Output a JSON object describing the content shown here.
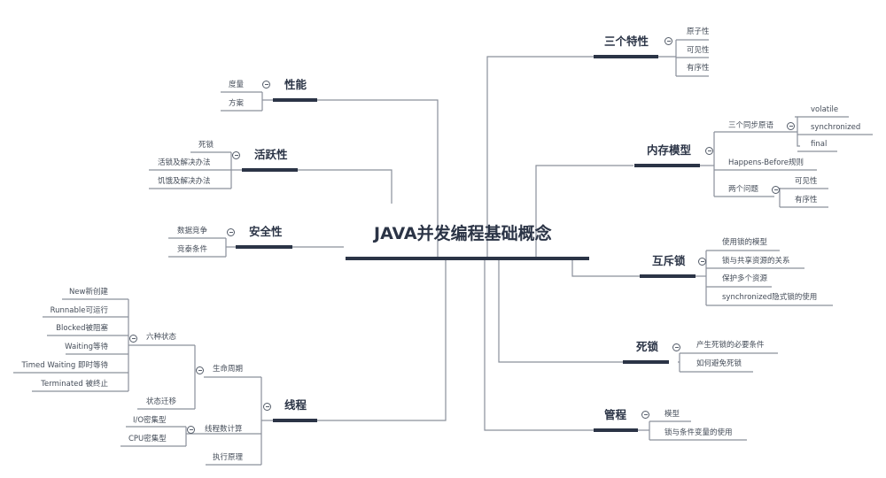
{
  "colors": {
    "root_bar": "#2b3446",
    "line": "#8a909b",
    "dark_line": "#3b4455",
    "text": "#333b48"
  },
  "root": {
    "title": "JAVA并发编程基础概念"
  },
  "branches": {
    "features": {
      "title": "三个特性",
      "items": [
        "原子性",
        "可见性",
        "有序性"
      ]
    },
    "memory_model": {
      "title": "内存模型",
      "sync_primitives": {
        "label": "三个同步原语",
        "items": [
          "volatile",
          "synchronized",
          "final"
        ]
      },
      "happens_before": "Happens-Before规则",
      "two_problems": {
        "label": "两个问题",
        "items": [
          "可见性",
          "有序性"
        ]
      }
    },
    "mutex": {
      "title": "互斥锁",
      "items": [
        "使用锁的模型",
        "锁与共享资源的关系",
        "保护多个资源",
        "synchronized隐式锁的使用"
      ]
    },
    "deadlock": {
      "title": "死锁",
      "items": [
        "产生死锁的必要条件",
        "如何避免死锁"
      ]
    },
    "monitor": {
      "title": "管程",
      "items": [
        "模型",
        "锁与条件变量的使用"
      ]
    },
    "performance": {
      "title": "性能",
      "items": [
        "度量",
        "方案"
      ]
    },
    "liveness": {
      "title": "活跃性",
      "items": [
        "死锁",
        "活锁及解决办法",
        "饥饿及解决办法"
      ]
    },
    "safety": {
      "title": "安全性",
      "items": [
        "数据竞争",
        "竞泰条件"
      ]
    },
    "thread": {
      "title": "线程",
      "lifecycle": {
        "label": "生命周期",
        "six_states": {
          "label": "六种状态",
          "items": [
            "New新创建",
            "Runnable可运行",
            "Blocked被阻塞",
            "Waiting等待",
            "Timed Waiting 即时等待",
            "Terminated 被终止"
          ]
        },
        "transition": "状态迁移"
      },
      "thread_count": {
        "label": "线程数计算",
        "items": [
          "I/O密集型",
          "CPU密集型"
        ]
      },
      "principle": "执行原理"
    }
  }
}
